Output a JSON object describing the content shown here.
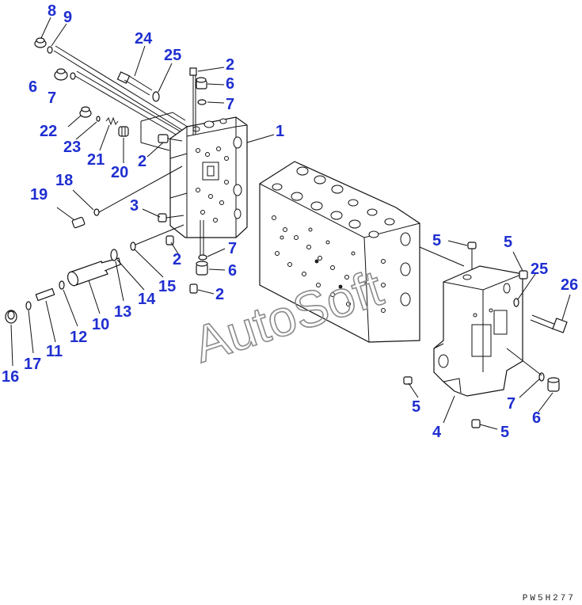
{
  "drawing": {
    "callouts": [
      {
        "id": "c8a",
        "label": "8"
      },
      {
        "id": "c9a",
        "label": "9"
      },
      {
        "id": "c24",
        "label": "24"
      },
      {
        "id": "c25a",
        "label": "25"
      },
      {
        "id": "c2a",
        "label": "2"
      },
      {
        "id": "c6a",
        "label": "6"
      },
      {
        "id": "c6b",
        "label": "6"
      },
      {
        "id": "c7a",
        "label": "7"
      },
      {
        "id": "c7b",
        "label": "7"
      },
      {
        "id": "c1",
        "label": "1"
      },
      {
        "id": "c22",
        "label": "22"
      },
      {
        "id": "c23",
        "label": "23"
      },
      {
        "id": "c21",
        "label": "21"
      },
      {
        "id": "c20",
        "label": "20"
      },
      {
        "id": "c2b",
        "label": "2"
      },
      {
        "id": "c18",
        "label": "18"
      },
      {
        "id": "c19",
        "label": "19"
      },
      {
        "id": "c3",
        "label": "3"
      },
      {
        "id": "c2c",
        "label": "2"
      },
      {
        "id": "c7c",
        "label": "7"
      },
      {
        "id": "c6c",
        "label": "6"
      },
      {
        "id": "c15",
        "label": "15"
      },
      {
        "id": "c14",
        "label": "14"
      },
      {
        "id": "c13",
        "label": "13"
      },
      {
        "id": "c2d",
        "label": "2"
      },
      {
        "id": "c10",
        "label": "10"
      },
      {
        "id": "c12",
        "label": "12"
      },
      {
        "id": "c11",
        "label": "11"
      },
      {
        "id": "c17",
        "label": "17"
      },
      {
        "id": "c16",
        "label": "16"
      },
      {
        "id": "c5a",
        "label": "5"
      },
      {
        "id": "c5b",
        "label": "5"
      },
      {
        "id": "c25b",
        "label": "25"
      },
      {
        "id": "c26",
        "label": "26"
      },
      {
        "id": "c5c",
        "label": "5"
      },
      {
        "id": "c7d",
        "label": "7"
      },
      {
        "id": "c6d",
        "label": "6"
      },
      {
        "id": "c4",
        "label": "4"
      },
      {
        "id": "c5d",
        "label": "5"
      }
    ],
    "watermark": "AutoSoft",
    "drawing_code": "PW5H277",
    "colors": {
      "callout": "#1f2fd0",
      "line": "#111111",
      "watermark": "#8a8a8a"
    }
  }
}
